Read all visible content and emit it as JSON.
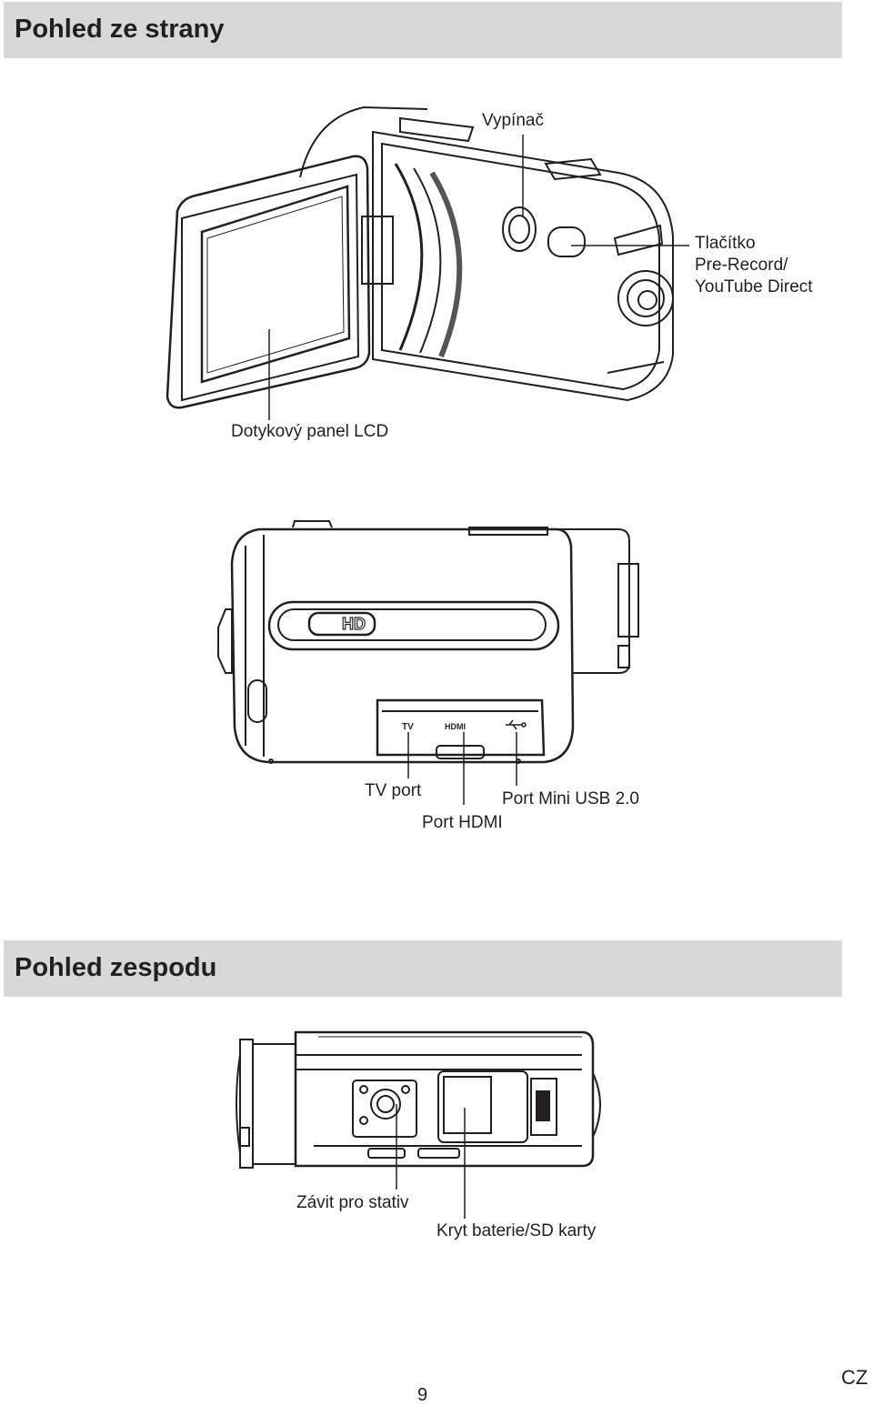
{
  "sections": {
    "side_title": "Pohled ze strany",
    "bottom_title": "Pohled zespodu"
  },
  "side_labels": {
    "power": "Vypínač",
    "prerecord_1": "Tlačítko",
    "prerecord_2": "Pre-Record/",
    "prerecord_3": "YouTube Direct",
    "lcd": "Dotykový panel LCD"
  },
  "port_labels": {
    "tv": "TV port",
    "usb": "Port Mini USB 2.0",
    "hdmi": "Port HDMI",
    "tv_mark": "TV",
    "hdmi_mark": "HDMI",
    "hd_logo": "HD"
  },
  "bottom_labels": {
    "tripod": "Závit pro stativ",
    "battery": "Kryt baterie/SD karty"
  },
  "footer": {
    "page_number": "9",
    "language": "CZ"
  }
}
